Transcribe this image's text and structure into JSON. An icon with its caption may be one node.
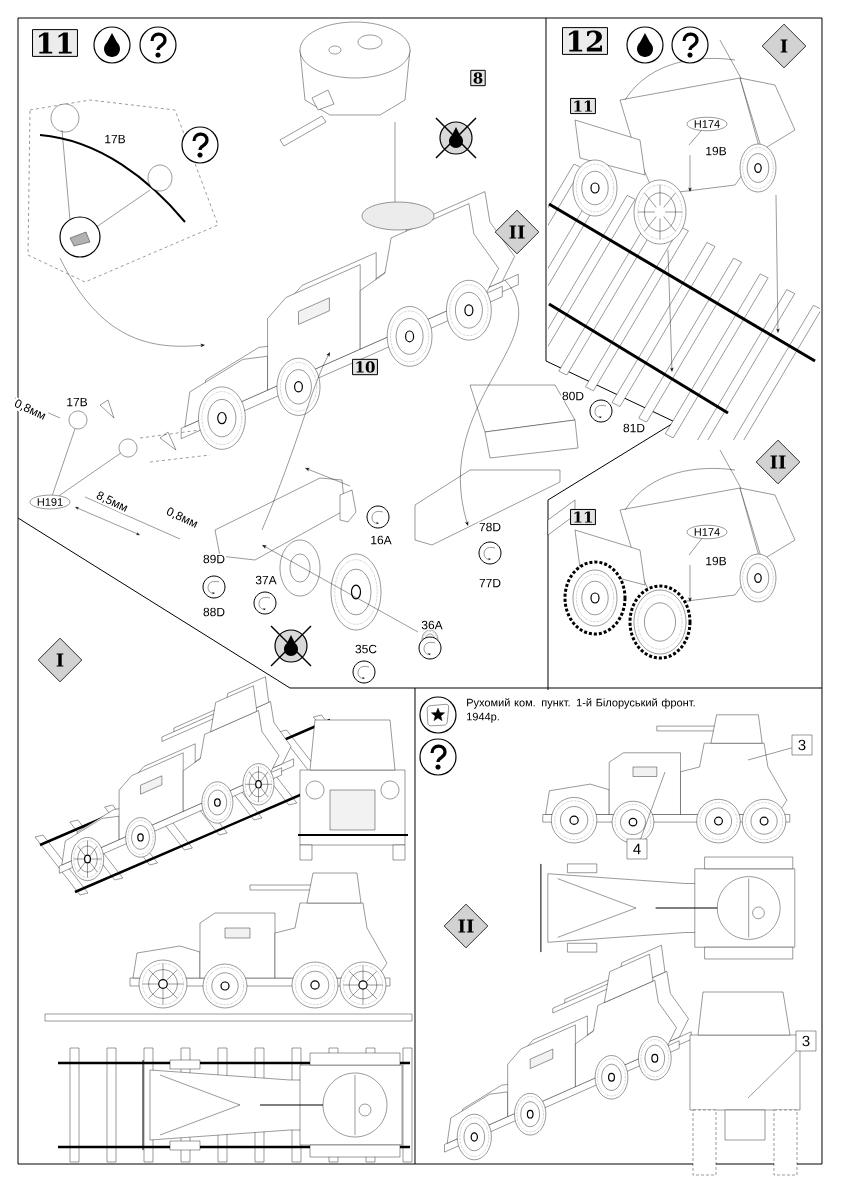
{
  "diagram": {
    "nodes": [
      {
        "text": [
          "11"
        ]
      },
      {
        "text": [
          "12"
        ]
      },
      {
        "text": [
          "8"
        ]
      },
      {
        "text": [
          "10"
        ]
      },
      {
        "text": [
          "11"
        ]
      },
      {
        "text": [
          "11"
        ]
      },
      {
        "text": [
          "H191"
        ]
      },
      {
        "text": [
          "H174"
        ]
      },
      {
        "text": [
          "H174"
        ]
      },
      {
        "text": [
          "II"
        ]
      },
      {
        "text": [
          "I"
        ]
      },
      {
        "text": [
          "II"
        ]
      },
      {
        "text": [
          "I"
        ]
      },
      {
        "text": [
          "II"
        ]
      },
      {
        "text": [
          "3"
        ]
      },
      {
        "text": [
          "4"
        ]
      },
      {
        "text": [
          "3"
        ]
      },
      {
        "text": [],
        "shape": "circle"
      },
      {
        "text": [],
        "shape": "circle"
      }
    ],
    "edges": [
      {
        "from": 6,
        "to": 17,
        "arrow": "none"
      },
      {
        "from": 6,
        "to": 18,
        "arrow": "none"
      },
      {
        "from": 7,
        "to": null,
        "arrow": "none"
      },
      {
        "from": 8,
        "to": null,
        "arrow": "none"
      },
      {
        "from": 14,
        "to": null,
        "arrow": "none"
      },
      {
        "from": 15,
        "to": null,
        "arrow": "none"
      },
      {
        "from": 16,
        "to": null,
        "arrow": "none"
      }
    ],
    "labels": [
      "17B",
      "0,8мм",
      "17B",
      "8,5мм",
      "0,8мм",
      "16A",
      "89D",
      "88D",
      "37A",
      "35C",
      "36A",
      "78D",
      "77D",
      "80D",
      "81D",
      "19B",
      "19B",
      "Рухомий ком. пункт. 1-й Білоруський фронт. 1944р."
    ]
  }
}
